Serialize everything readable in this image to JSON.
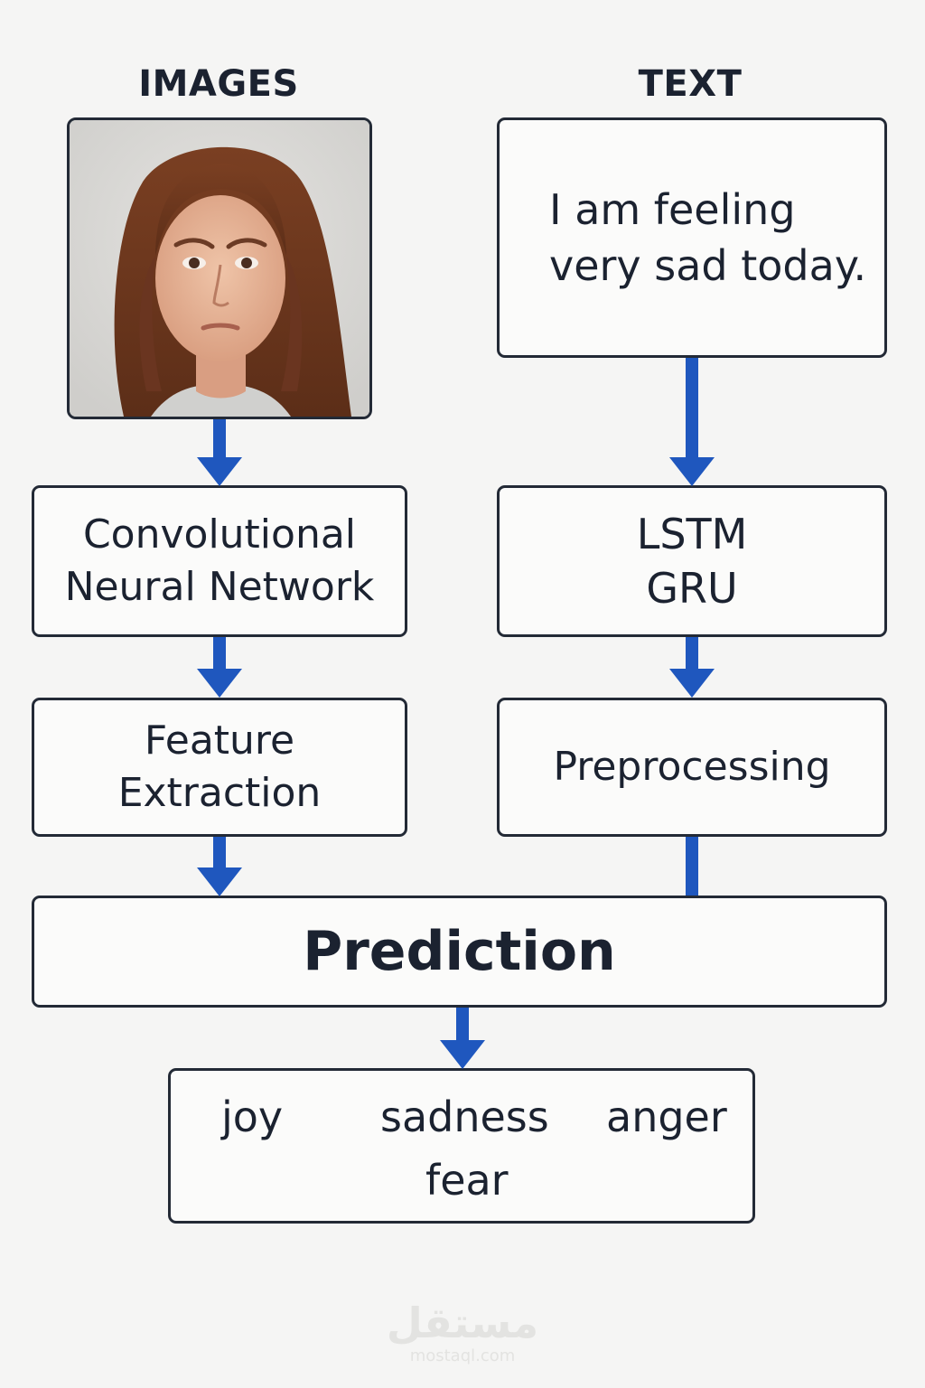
{
  "images_panel": {
    "heading": "IMAGES",
    "photo": "portrait-photo"
  },
  "text_panel": {
    "heading": "TEXT",
    "sample_text": "I am feeling\nvery sad today."
  },
  "boxes": {
    "cnn": "Convolutional\nNeural Network",
    "feature_extraction": "Feature\nExtraction",
    "lstm_gru": "LSTM\nGRU",
    "preprocessing": "Preprocessing",
    "prediction": "Prediction"
  },
  "emotions": [
    "joy",
    "sadness",
    "anger",
    "fear"
  ],
  "watermark": {
    "arabic": "مستقل",
    "latin": "mostaql.com"
  },
  "colors": {
    "arrow": "#1f57be",
    "border": "#232a36",
    "background": "#f5f5f4"
  }
}
